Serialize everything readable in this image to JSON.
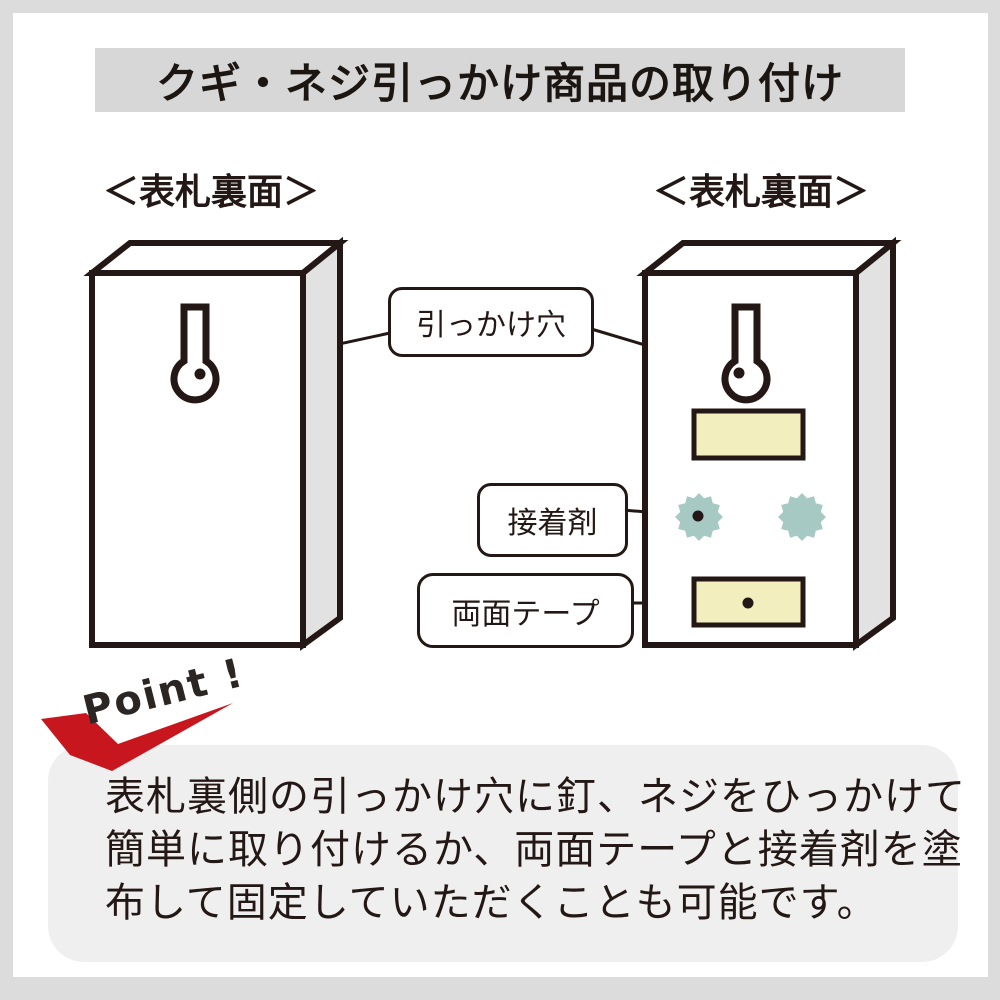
{
  "title": "クギ・ネジ引っかけ商品の取り付け",
  "diagram": {
    "left_panel_heading": "＜表札裏面＞",
    "right_panel_heading": "＜表札裏面＞",
    "labels": {
      "hook_hole": "引っかけ穴",
      "adhesive": "接着剤",
      "double_sided_tape": "両面テープ"
    }
  },
  "point": {
    "badge": "Point !",
    "lines": [
      "表札裏側の引っかけ穴に釘、ネジをひっかけて",
      "簡単に取り付けるか、両面テープと接着剤を塗",
      "布して固定していただくことも可能です。"
    ]
  },
  "colors": {
    "frame_gray": "#dcdcdc",
    "banner_gray": "#d7d7d7",
    "box_side_gray": "#e2e2e2",
    "note_panel_gray": "#efefef",
    "tape_yellow": "#f2eebd",
    "adhesive_teal": "#a6c9c4",
    "accent_red": "#c8161e",
    "ink": "#231815"
  }
}
